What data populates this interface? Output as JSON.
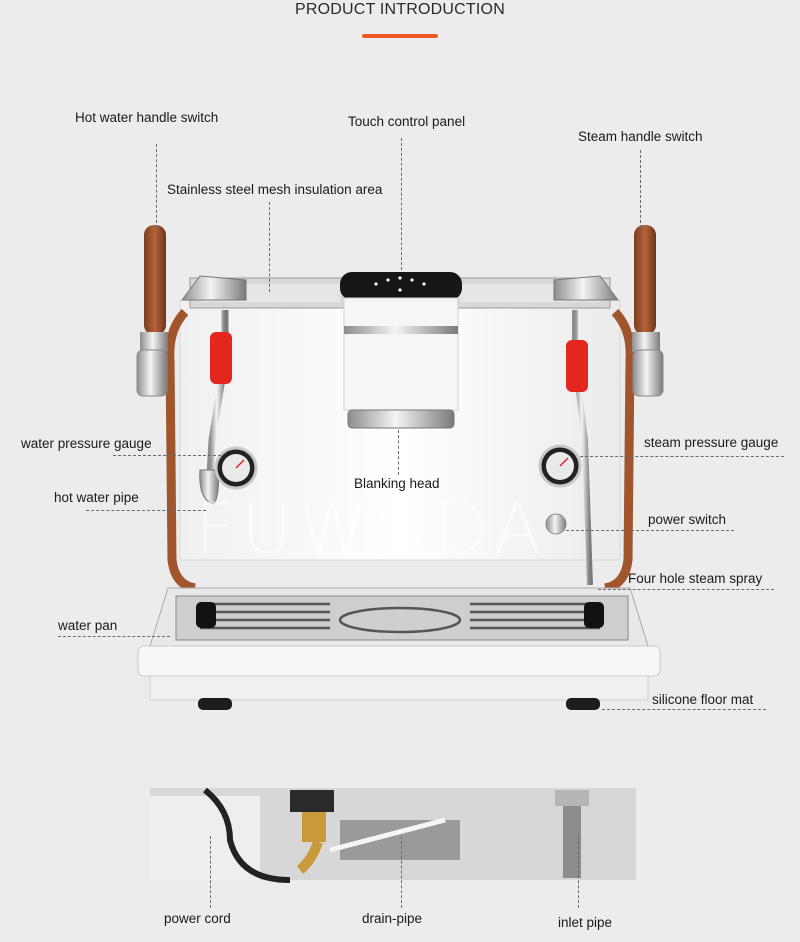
{
  "header": {
    "title": "PRODUCT INTRODUCTION",
    "accent_color": "#ee5a24"
  },
  "watermark": "FUWODA",
  "labels": {
    "hot_water_handle_switch": "Hot water handle switch",
    "touch_control_panel": "Touch control panel",
    "steam_handle_switch": "Steam handle switch",
    "stainless_mesh_area": "Stainless steel mesh insulation area",
    "water_pressure_gauge": "water pressure gauge",
    "steam_pressure_gauge": "steam pressure gauge",
    "blanking_head": "Blanking head",
    "hot_water_pipe": "hot water pipe",
    "power_switch": "power switch",
    "four_hole_steam_spray": "Four hole steam spray",
    "water_pan": "water pan",
    "silicone_floor_mat": "silicone floor mat",
    "power_cord": "power cord",
    "drain_pipe": "drain-pipe",
    "inlet_pipe": "inlet pipe"
  }
}
